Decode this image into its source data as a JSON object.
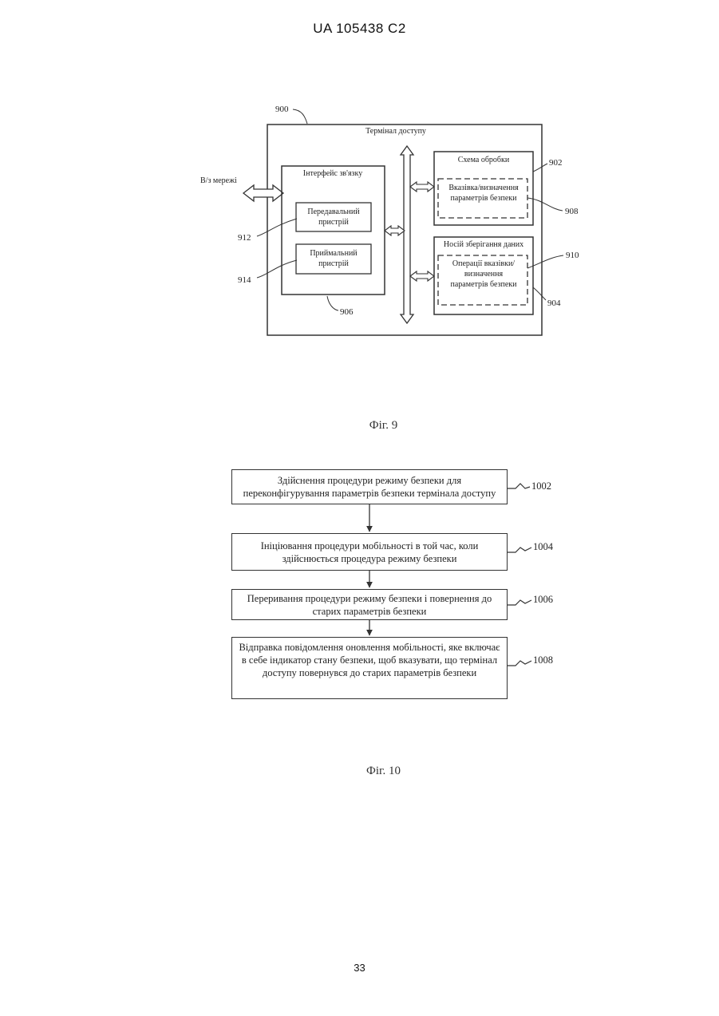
{
  "header": {
    "doc_id": "UA   105438   C2"
  },
  "fig9": {
    "caption": "Фіг. 9",
    "outer_ref": "900",
    "outer_title": "Термінал доступу",
    "network_label": "В/з мережі",
    "comm_interface": {
      "title": "Інтерфейс зв'язку",
      "ref": "906"
    },
    "transmitter": {
      "line1": "Передавальний",
      "line2": "пристрій",
      "ref": "912"
    },
    "receiver": {
      "line1": "Приймальний",
      "line2": "пристрій",
      "ref": "914"
    },
    "processing": {
      "title": "Схема обробки",
      "ref": "902"
    },
    "indication": {
      "line1": "Вказівка/визначення",
      "line2": "параметрів безпеки",
      "ref": "908"
    },
    "storage": {
      "title": "Носій зберігання даних",
      "ref": "904"
    },
    "operations": {
      "line1": "Операції вказівки/",
      "line2": "визначення",
      "line3": "параметрів безпеки",
      "ref": "910"
    }
  },
  "fig10": {
    "caption": "Фіг. 10",
    "steps": [
      {
        "ref": "1002",
        "line1": "Здійснення процедури режиму безпеки для",
        "line2": "переконфігурування параметрів безпеки термінала доступу"
      },
      {
        "ref": "1004",
        "line1": "Ініціювання процедури мобільності в той час, коли",
        "line2": "здійснюється процедура режиму безпеки"
      },
      {
        "ref": "1006",
        "line1": "Переривання процедури режиму безпеки і повернення до",
        "line2": "старих параметрів безпеки"
      },
      {
        "ref": "1008",
        "line1": "Відправка повідомлення оновлення мобільності, яке включає",
        "line2": "в себе індикатор стану безпеки, щоб вказувати, що термінал",
        "line3": "доступу повернувся до старих параметрів безпеки"
      }
    ]
  },
  "footer": {
    "page_number": "33"
  }
}
